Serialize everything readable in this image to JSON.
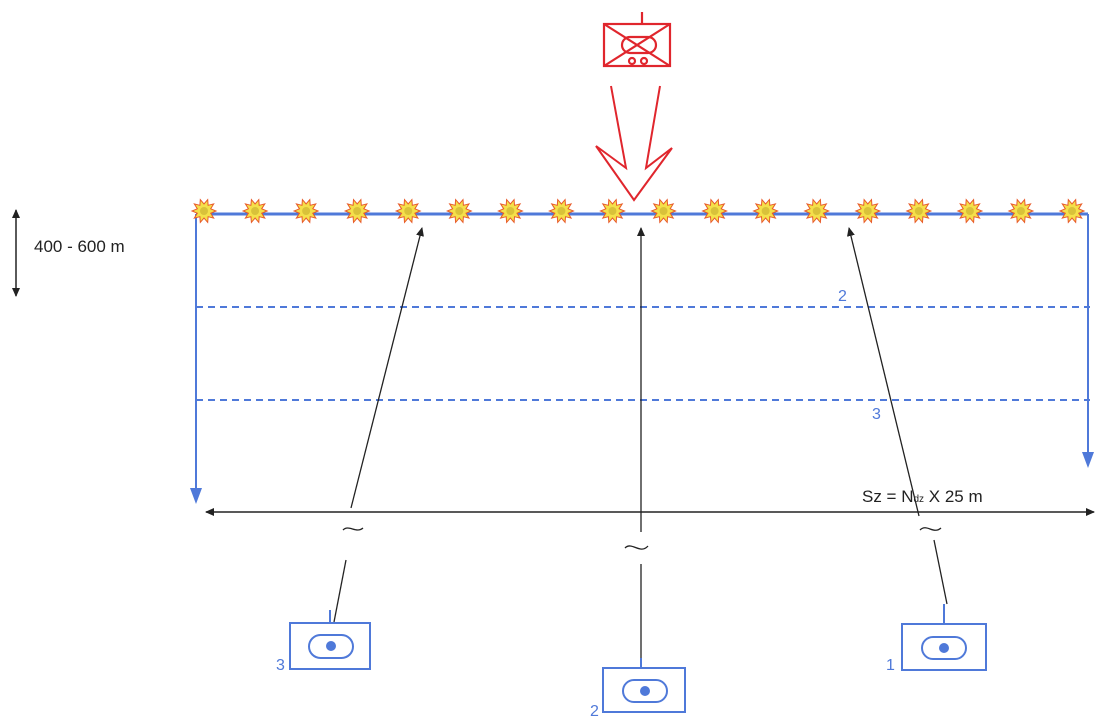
{
  "depth_annotation": "400 - 600 m",
  "width_formula": {
    "prefix": "Sz = N",
    "subscript": "dz",
    "suffix": " X 25 m"
  },
  "line_labels": [
    "2",
    "3"
  ],
  "units": [
    {
      "number": "3",
      "icon": "friendly-unit-icon"
    },
    {
      "number": "2",
      "icon": "friendly-unit-icon"
    },
    {
      "number": "1",
      "icon": "friendly-unit-icon"
    }
  ],
  "enemy_unit": {
    "icon": "enemy-tracked-unit-icon"
  },
  "explosion_count": 18,
  "colors": {
    "enemy": "#e0262d",
    "friendly": "#4f79d9",
    "explosion_fill": "#f4e04a",
    "explosion_edge": "#e85a2a",
    "line": "#222222"
  }
}
